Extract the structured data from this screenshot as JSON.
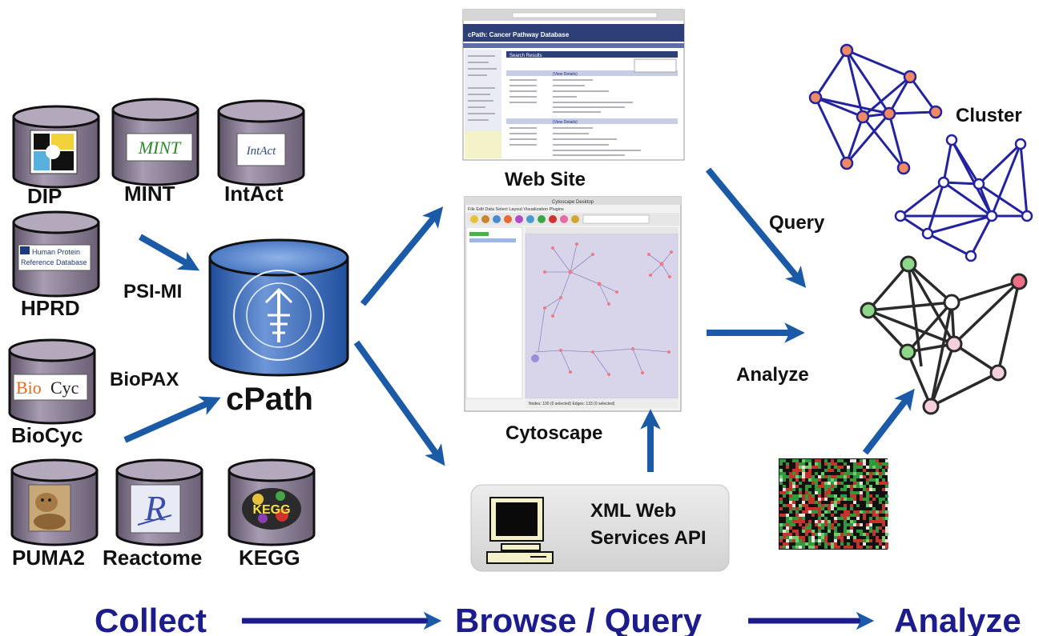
{
  "databases": {
    "dip": "DIP",
    "mint": "MINT",
    "intact": "IntAct",
    "hprd": "HPRD",
    "biocyc": "BioCyc",
    "puma2": "PUMA2",
    "reactome": "Reactome",
    "kegg": "KEGG"
  },
  "logos": {
    "mint": "MINT",
    "intact": "IntAct",
    "hprd_line1": "Human Protein",
    "hprd_line2": "Reference Database",
    "biocyc_a": "Bio",
    "biocyc_b": "Cyc",
    "reactome": "R",
    "kegg": "KEGG"
  },
  "formats": {
    "psimi": "PSI-MI",
    "biopax": "BioPAX"
  },
  "cpath": {
    "label": "cPath"
  },
  "website": {
    "caption": "Web Site",
    "header": "cPath: Cancer Pathway Database",
    "search_title": "Search Results",
    "record1": "(View Details)",
    "record2": "(View Details)"
  },
  "cytoscape": {
    "caption": "Cytoscape",
    "title": "Cytoscape Desktop",
    "menu": "File  Edit  Data  Select  Layout  Visualization  Plugins",
    "status": "Nodes: 100 (0 selected) Edges: 133 (0 selected)"
  },
  "api": {
    "line1": "XML Web",
    "line2": "Services API"
  },
  "right": {
    "cluster": "Cluster",
    "query": "Query",
    "analyze": "Analyze"
  },
  "bottom": {
    "collect": "Collect",
    "browse": "Browse / Query",
    "analyze": "Analyze"
  },
  "colors": {
    "arrow": "#1a5aa6",
    "cylinder": "#8a7e92",
    "cpath": "#2f5fb0",
    "cluster_edge": "#2323a0",
    "cluster_node": "#f08a64",
    "network_green": "#8ed68a",
    "network_pink": "#f5d0dc",
    "network_red": "#ef6e88",
    "bottom_text": "#1c1c8c"
  }
}
